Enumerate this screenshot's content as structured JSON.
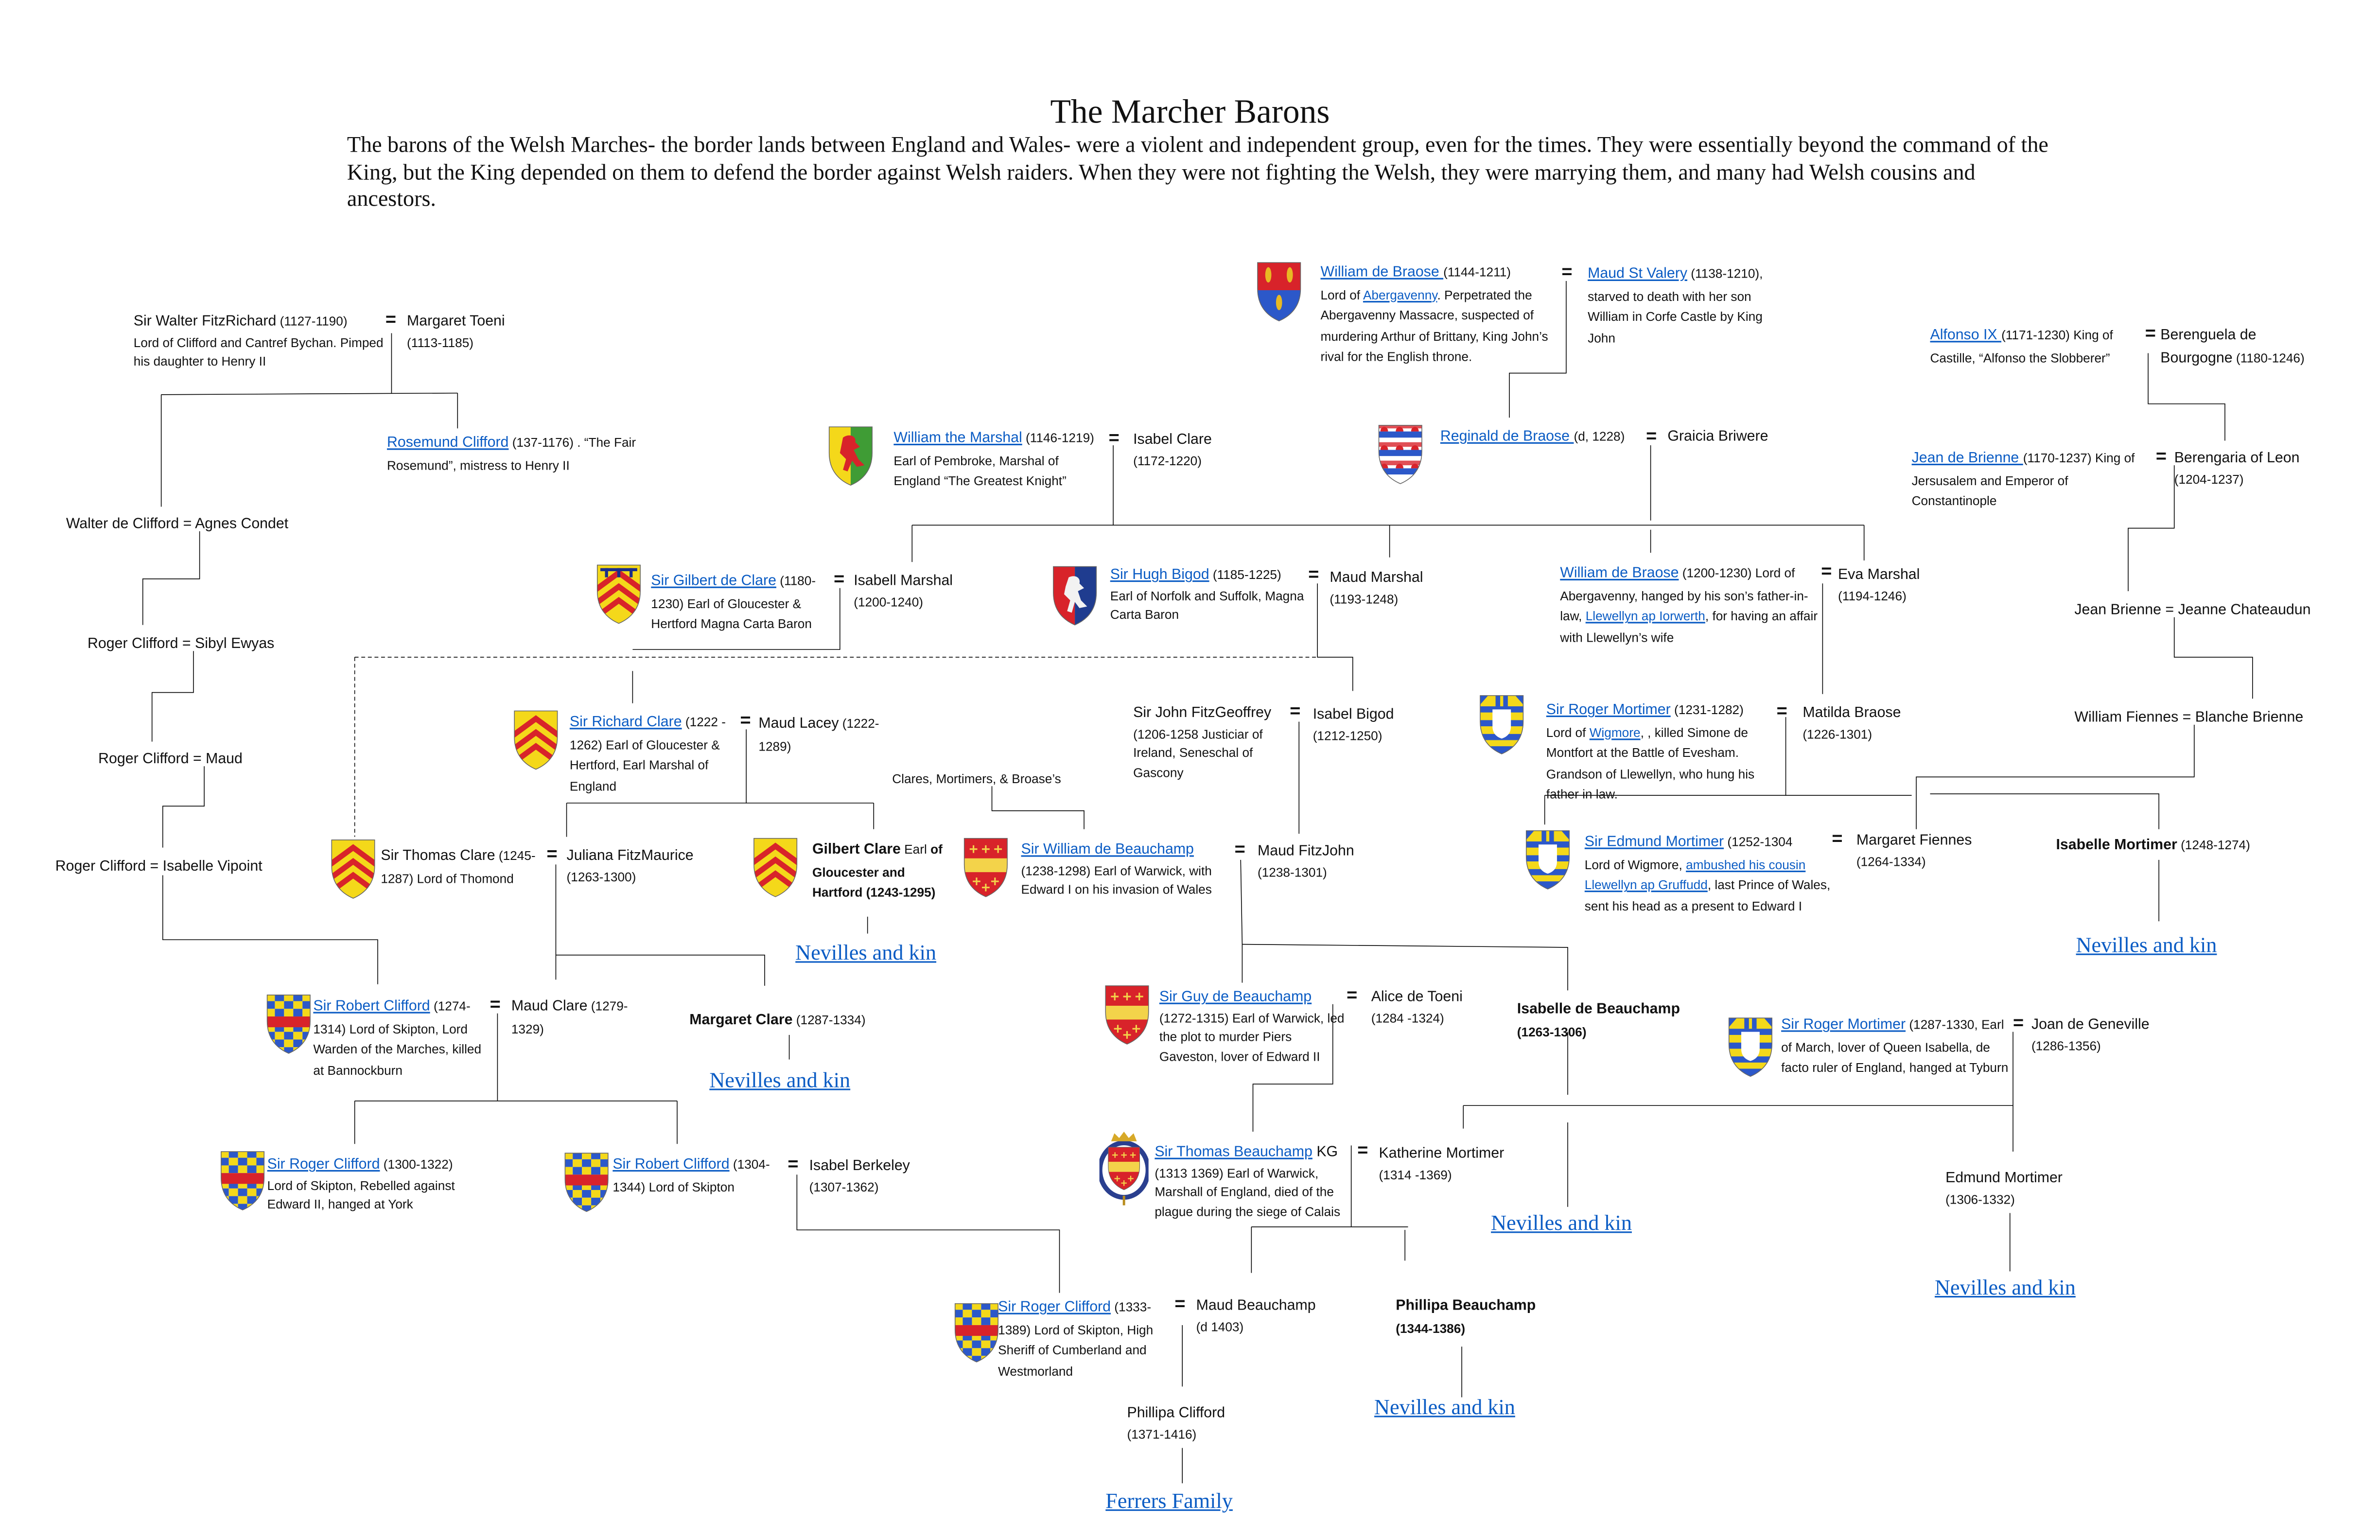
{
  "page": {
    "title": "The Marcher Barons",
    "intro": "The barons of the Welsh Marches- the border lands between England and Wales- were a violent and independent group, even for the times. They were essentially beyond the command of the King, but the King depended on them to defend the border against Welsh raiders. When they were not fighting the Welsh, they were marrying them, and many had Welsh cousins and ancestors."
  },
  "symbols": {
    "married": "="
  },
  "colors": {
    "link": "#0b5cc4",
    "text": "#111111",
    "line": "#000000"
  },
  "blocks": [
    {
      "segments": [
        {
          "s": "nm",
          "t": "Sir Walter FitzRichard"
        },
        {
          "s": "sm",
          "t": " (1127-1190)"
        },
        {
          "s": "desc",
          "t": "Lord of Clifford and Cantref Bychan. Pimped his daughter to Henry II"
        }
      ]
    },
    {
      "segments": [
        {
          "s": "nm",
          "t": "Margaret Toeni"
        },
        {
          "s": "desc",
          "t": "(1113-1185)"
        }
      ]
    },
    {
      "segments": [
        {
          "s": "link",
          "t": "Rosemund Clifford"
        },
        {
          "s": "sm",
          "t": " (137-1176) . “The Fair Rosemund”, mistress to Henry II"
        }
      ]
    },
    {
      "segments": [
        {
          "s": "nm",
          "t": "Walter de Clifford = Agnes Condet"
        }
      ]
    },
    {
      "segments": [
        {
          "s": "nm",
          "t": "Roger Clifford = Sibyl Ewyas"
        }
      ]
    },
    {
      "segments": [
        {
          "s": "nm",
          "t": "Roger Clifford = Maud"
        }
      ]
    },
    {
      "segments": [
        {
          "s": "nm",
          "t": "Roger Clifford = Isabelle Vipoint"
        }
      ]
    },
    {
      "shield": "braose-arms",
      "segments": [
        {
          "s": "link",
          "t": "William de Braose "
        },
        {
          "s": "sm",
          "t": " (1144-1211)"
        },
        {
          "s": "br"
        },
        {
          "s": "sm",
          "t": "Lord of "
        },
        {
          "s": "smlink",
          "t": "Abergavenny"
        },
        {
          "s": "sm",
          "t": ". Perpetrated the Abergavenny Massacre, suspected of murdering Arthur of Brittany, King John’s rival for the English throne."
        }
      ]
    },
    {
      "segments": [
        {
          "s": "link",
          "t": "Maud St Valery"
        },
        {
          "s": "sm",
          "t": " (1138-1210), starved to death with her son William in Corfe Castle by King John"
        }
      ]
    },
    {
      "segments": [
        {
          "s": "link",
          "t": "Alfonso IX "
        },
        {
          "s": "sm",
          "t": " (1171-1230)  King of Castille, “Alfonso the Slobberer”"
        }
      ]
    },
    {
      "segments": [
        {
          "s": "nm",
          "t": "Berenguela de Bourgogne"
        },
        {
          "s": "sm",
          "t": " (1180-1246)"
        }
      ]
    },
    {
      "shield": "marshal-arms",
      "segments": [
        {
          "s": "link",
          "t": "William the Marshal"
        },
        {
          "s": "sm",
          "t": " (1146-1219) Earl of Pembroke, Marshal of England “The Greatest Knight”"
        }
      ]
    },
    {
      "segments": [
        {
          "s": "nm",
          "t": "Isabel Clare"
        },
        {
          "s": "desc",
          "t": "(1172-1220)"
        }
      ]
    },
    {
      "shield": "braose-barry-arms",
      "segments": [
        {
          "s": "link",
          "t": "Reginald de Braose "
        },
        {
          "s": "sm",
          "t": " (d, 1228)"
        }
      ]
    },
    {
      "segments": [
        {
          "s": "nm",
          "t": "Graicia Briwere"
        }
      ]
    },
    {
      "segments": [
        {
          "s": "link",
          "t": "Jean de Brienne "
        },
        {
          "s": "sm",
          "t": " (1170-1237)  King of Jersusalem and Emperor of Constantinople"
        }
      ]
    },
    {
      "segments": [
        {
          "s": "nm",
          "t": "Berengaria of Leon"
        },
        {
          "s": "desc",
          "t": "(1204-1237)"
        }
      ]
    },
    {
      "shield": "clare-label-arms",
      "segments": [
        {
          "s": "link",
          "t": "Sir Gilbert de Clare"
        },
        {
          "s": "sm",
          "t": " (1180-1230) Earl of Gloucester & Hertford Magna Carta Baron"
        }
      ]
    },
    {
      "segments": [
        {
          "s": "nm",
          "t": "Isabell Marshal"
        },
        {
          "s": "desc",
          "t": "(1200-1240)"
        }
      ]
    },
    {
      "shield": "bigod-arms",
      "segments": [
        {
          "s": "link",
          "t": "Sir  Hugh Bigod"
        },
        {
          "s": "sm",
          "t": " (1185-1225)"
        },
        {
          "s": "desc",
          "t": "Earl of  Norfolk and Suffolk, Magna Carta Baron"
        }
      ]
    },
    {
      "segments": [
        {
          "s": "nm",
          "t": "Maud Marshal"
        },
        {
          "s": "desc",
          "t": "(1193-1248)"
        }
      ]
    },
    {
      "segments": [
        {
          "s": "link",
          "t": "William de Braose"
        },
        {
          "s": "sm",
          "t": "  (1200-1230)  Lord of Abergavenny, hanged by his son’s father-in-law, "
        },
        {
          "s": "smlink",
          "t": "Llewellyn ap Iorwerth"
        },
        {
          "s": "sm",
          "t": ", for having an affair with Llewellyn’s wife"
        }
      ]
    },
    {
      "segments": [
        {
          "s": "nm",
          "t": "Eva Marshal"
        },
        {
          "s": "desc",
          "t": "(1194-1246)"
        }
      ]
    },
    {
      "segments": [
        {
          "s": "nm",
          "t": "Jean Brienne = Jeanne Chateaudun"
        }
      ]
    },
    {
      "shield": "clare-arms",
      "segments": [
        {
          "s": "link",
          "t": "Sir Richard Clare"
        },
        {
          "s": "sm",
          "t": " (1222 - 1262) Earl of Gloucester & Hertford, Earl Marshal of England"
        }
      ]
    },
    {
      "segments": [
        {
          "s": "nm",
          "t": "Maud Lacey"
        },
        {
          "s": "sm",
          "t": "  (1222-1289)"
        }
      ]
    },
    {
      "segments": [
        {
          "s": "nm",
          "t": "Sir  John FitzGeoffrey"
        },
        {
          "s": "desc",
          "t": "(1206-1258 Justiciar of Ireland, Seneschal of Gascony"
        }
      ]
    },
    {
      "segments": [
        {
          "s": "nm",
          "t": "Isabel Bigod"
        },
        {
          "s": "desc",
          "t": "(1212-1250)"
        }
      ]
    },
    {
      "shield": "mortimer-arms",
      "segments": [
        {
          "s": "link",
          "t": "Sir Roger Mortimer"
        },
        {
          "s": "sm",
          "t": " (1231-1282)"
        },
        {
          "s": "br"
        },
        {
          "s": "sm",
          "t": "Lord of "
        },
        {
          "s": "smlink",
          "t": "Wigmore"
        },
        {
          "s": "sm",
          "t": ", , killed Simone de Montfort at the Battle of Evesham. Grandson of Llewellyn, who hung his father in law."
        }
      ]
    },
    {
      "segments": [
        {
          "s": "nm",
          "t": "Matilda Braose"
        },
        {
          "s": "desc",
          "t": "(1226-1301)"
        }
      ]
    },
    {
      "segments": [
        {
          "s": "nm",
          "t": "William Fiennes = Blanche Brienne"
        }
      ]
    },
    {
      "segments": [
        {
          "s": "sm",
          "t": "Clares, Mortimers, & Broase’s"
        }
      ]
    },
    {
      "shield": "clare-arms",
      "segments": [
        {
          "s": "nm",
          "t": "Sir Thomas Clare"
        },
        {
          "s": "sm",
          "t": " (1245-1287) Lord of Thomond"
        }
      ]
    },
    {
      "segments": [
        {
          "s": "nm",
          "t": "Juliana FitzMaurice"
        },
        {
          "s": "desc",
          "t": "(1263-1300)"
        }
      ]
    },
    {
      "shield": "clare-arms",
      "segments": [
        {
          "s": "bold",
          "t": "Gilbert Clare"
        },
        {
          "s": "sm",
          "t": " Earl "
        },
        {
          "s": "smb",
          "t": "of Gloucester and Hartford (1243-1295)"
        }
      ]
    },
    {
      "shield": "beauchamp-arms",
      "segments": [
        {
          "s": "link",
          "t": "Sir  William de Beauchamp"
        },
        {
          "s": "desc",
          "t": "(1238-1298) Earl of  Warwick, with Edward I on his invasion of Wales"
        }
      ]
    },
    {
      "segments": [
        {
          "s": "nm",
          "t": "Maud FitzJohn"
        },
        {
          "s": "desc",
          "t": "(1238-1301)"
        }
      ]
    },
    {
      "shield": "mortimer-arms",
      "segments": [
        {
          "s": "link",
          "t": "Sir Edmund Mortimer"
        },
        {
          "s": "sm",
          "t": " (1252-1304"
        },
        {
          "s": "br"
        },
        {
          "s": "sm",
          "t": "Lord of Wigmore, "
        },
        {
          "s": "smlink",
          "t": "ambushed his cousin Llewellyn ap Gruffudd"
        },
        {
          "s": "sm",
          "t": ", last Prince of Wales, sent his head as a present to Edward I"
        }
      ]
    },
    {
      "segments": [
        {
          "s": "nm",
          "t": "Margaret Fiennes"
        },
        {
          "s": "desc",
          "t": "(1264-1334)"
        }
      ]
    },
    {
      "segments": [
        {
          "s": "bold",
          "t": "Isabelle Mortimer"
        },
        {
          "s": "sm",
          "t": " (1248-1274)"
        }
      ]
    },
    {
      "shield": "clifford-arms",
      "segments": [
        {
          "s": "link",
          "t": "Sir Robert Clifford"
        },
        {
          "s": "sm",
          "t": " (1274-1314) Lord of Skipton, Lord Warden of the Marches, killed at Bannockburn"
        }
      ]
    },
    {
      "segments": [
        {
          "s": "nm",
          "t": "Maud Clare"
        },
        {
          "s": "sm",
          "t": " (1279-1329)"
        }
      ]
    },
    {
      "segments": [
        {
          "s": "bold",
          "t": "Margaret Clare"
        },
        {
          "s": "sm",
          "t": " (1287-1334)"
        }
      ]
    },
    {
      "shield": "beauchamp-arms",
      "segments": [
        {
          "s": "link",
          "t": "Sir Guy de Beauchamp"
        },
        {
          "s": "desc",
          "t": "(1272-1315) Earl of  Warwick, led the plot to murder Piers Gaveston, lover of Edward II"
        }
      ]
    },
    {
      "segments": [
        {
          "s": "nm",
          "t": "Alice de Toeni"
        },
        {
          "s": "desc",
          "t": "(1284 -1324)"
        }
      ]
    },
    {
      "segments": [
        {
          "s": "bold",
          "t": "Isabelle de Beauchamp"
        },
        {
          "s": "br"
        },
        {
          "s": "smb",
          "t": "(1263-1306)"
        }
      ]
    },
    {
      "shield": "mortimer-arms",
      "segments": [
        {
          "s": "link",
          "t": "Sir Roger Mortimer"
        },
        {
          "s": "sm",
          "t": " (1287-1330, Earl of March, lover of Queen Isabella,  de facto ruler of England, hanged  at Tyburn"
        }
      ]
    },
    {
      "segments": [
        {
          "s": "nm",
          "t": "Joan de Geneville"
        },
        {
          "s": "desc",
          "t": "(1286-1356)"
        }
      ]
    },
    {
      "shield": "clifford-arms",
      "segments": [
        {
          "s": "link",
          "t": "Sir Roger Clifford"
        },
        {
          "s": "sm",
          "t": " (1300-1322)"
        },
        {
          "s": "desc",
          "t": "Lord of Skipton, Rebelled against Edward II, hanged at York"
        }
      ]
    },
    {
      "shield": "clifford-arms",
      "segments": [
        {
          "s": "link",
          "t": "Sir Robert Clifford"
        },
        {
          "s": "sm",
          "t": " (1304-1344) Lord of Skipton"
        }
      ]
    },
    {
      "segments": [
        {
          "s": "nm",
          "t": "Isabel Berkeley"
        },
        {
          "s": "desc",
          "t": "(1307-1362)"
        }
      ]
    },
    {
      "shield": "beauchamp-garter-arms",
      "segments": [
        {
          "s": "link",
          "t": "Sir Thomas Beauchamp"
        },
        {
          "s": "nm",
          "t": " KG"
        },
        {
          "s": "desc",
          "t": "(1313 1369) Earl of  Warwick, Marshall of England, died of the plague during the siege of Calais"
        }
      ]
    },
    {
      "segments": [
        {
          "s": "nm",
          "t": "Katherine Mortimer"
        },
        {
          "s": "desc",
          "t": "(1314 -1369)"
        }
      ]
    },
    {
      "segments": [
        {
          "s": "nm",
          "t": "Edmund Mortimer"
        },
        {
          "s": "desc",
          "t": "(1306-1332)"
        }
      ]
    },
    {
      "shield": "clifford-arms",
      "segments": [
        {
          "s": "link",
          "t": "Sir Roger Clifford"
        },
        {
          "s": "sm",
          "t": " (1333-1389) Lord of Skipton, High Sheriff of Cumberland and Westmorland"
        }
      ]
    },
    {
      "segments": [
        {
          "s": "nm",
          "t": "Maud Beauchamp"
        },
        {
          "s": "desc",
          "t": "(d 1403)"
        }
      ]
    },
    {
      "segments": [
        {
          "s": "bold",
          "t": "Phillipa Beauchamp"
        },
        {
          "s": "br"
        },
        {
          "s": "smb",
          "t": "(1344-1386)"
        }
      ]
    },
    {
      "segments": [
        {
          "s": "nm",
          "t": "Phillipa Clifford"
        },
        {
          "s": "desc",
          "t": "(1371-1416)"
        }
      ]
    }
  ],
  "kin_links": [
    "Nevilles and kin",
    "Nevilles and kin",
    "Nevilles and kin",
    "Nevilles and kin",
    "Nevilles and kin",
    "Nevilles and kin",
    "Ferrers Family"
  ]
}
